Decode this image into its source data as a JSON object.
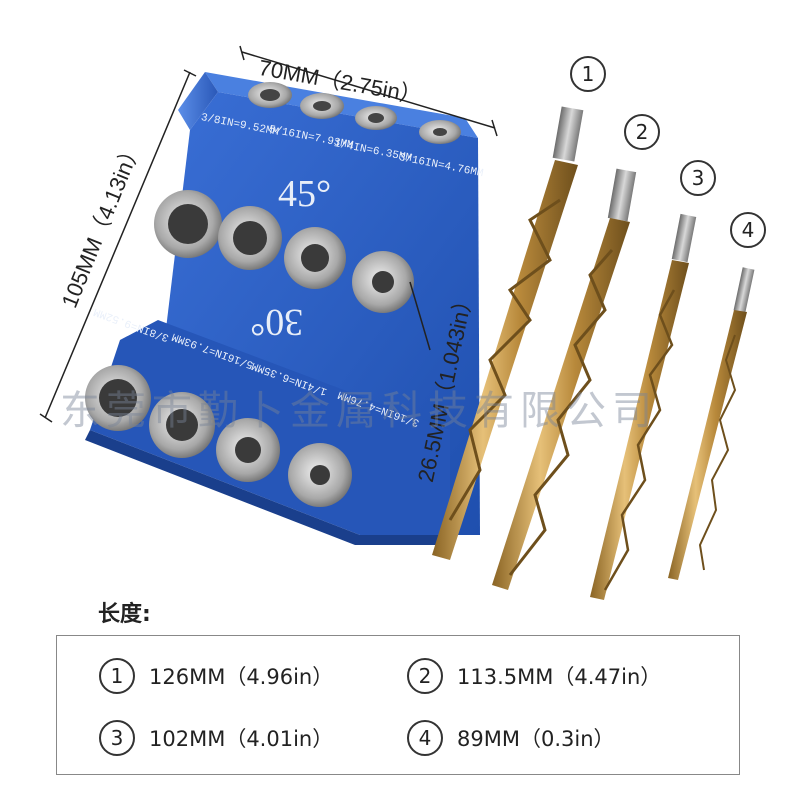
{
  "dimensions": {
    "width_label": "70MM（2.75in）",
    "height_label": "105MM（4.13in）",
    "hole_spacing_label": "26.5MM（1.043in）"
  },
  "jig": {
    "angle_top": "45°",
    "angle_bottom": "30°",
    "top_hole_labels": [
      "3/8IN=9.52MM",
      "5/16IN=7.93MM",
      "1/4IN=6.35MM",
      "3/16IN=4.76MM"
    ],
    "bottom_hole_labels": [
      "3/8IN=9.52MM",
      "5/16IN=7.93MM",
      "1/4IN=6.35MM",
      "3/16IN=4.76MM"
    ],
    "body_color": "#2b5cc0"
  },
  "bits": {
    "numbers": [
      "①",
      "②",
      "③",
      "④"
    ],
    "color": "#c9a04a"
  },
  "watermark": "东莞市勤卜金属科技有限公司",
  "lengths": {
    "title": "长度:",
    "items": [
      {
        "num": "1",
        "value": "126MM（4.96in）"
      },
      {
        "num": "2",
        "value": "113.5MM（4.47in）"
      },
      {
        "num": "3",
        "value": "102MM（4.01in）"
      },
      {
        "num": "4",
        "value": "89MM（0.3in）"
      }
    ]
  }
}
